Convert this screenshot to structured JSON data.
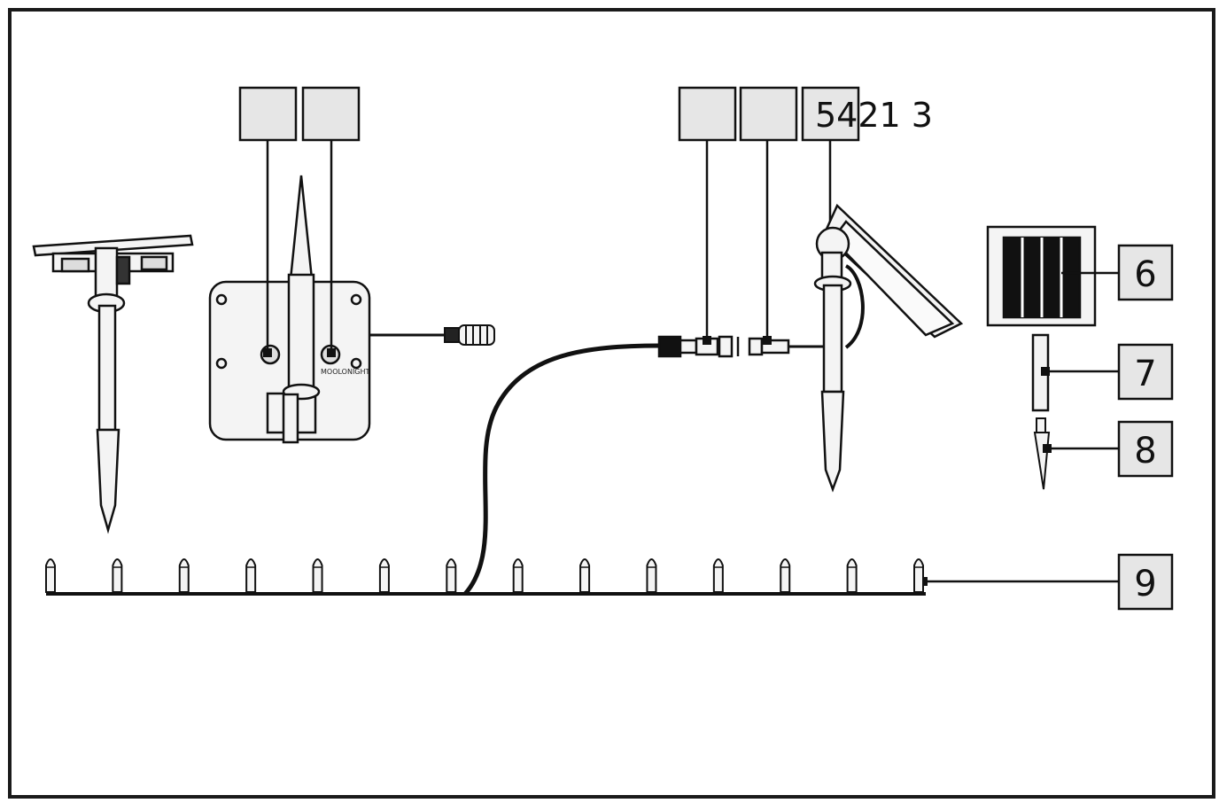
{
  "callout_top_text": "5421 3",
  "brand_mark": "MOOLONIGHT",
  "callouts_right": [
    {
      "label": "6"
    },
    {
      "label": "7"
    },
    {
      "label": "8"
    },
    {
      "label": "9"
    }
  ],
  "colors": {
    "line": "#111111",
    "box_fill": "#e6e6e6",
    "frame": "#1a1a1a"
  }
}
